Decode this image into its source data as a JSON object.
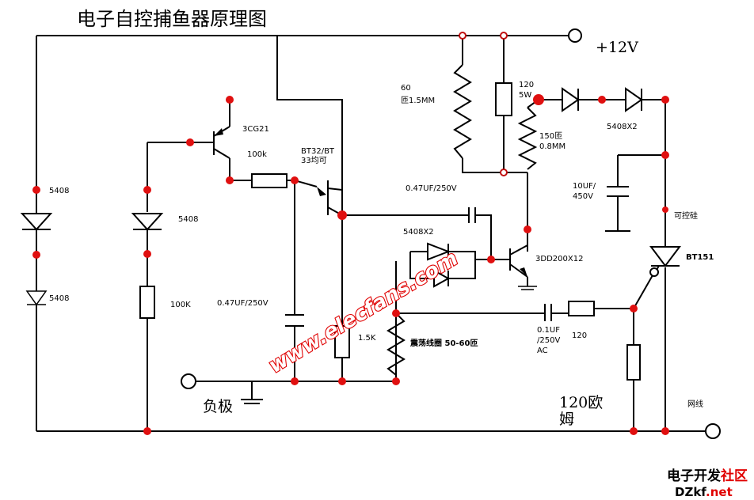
{
  "title": "电子自控捕鱼器原理图",
  "labels": {
    "plus12v": "+12V",
    "neg": "负极",
    "d_left_top": "5408",
    "d_left_bottom": "5408",
    "d_mid": "5408",
    "r_100k_vert": "100K",
    "t_3cg21": "3CG21",
    "r_100k": "100k",
    "ujt_line1": "BT32/BT",
    "ujt_line2": "33均可",
    "c_047_left": "0.47UF/250V",
    "r_15k": "1.5K",
    "r60_line1": "60",
    "r60_line2": "匝1.5MM",
    "r120_line1": "120",
    "r120_line2": "5W",
    "r150_line1": "150匝",
    "r150_line2": "0.8MM",
    "c_047_right": "0.47UF/250V",
    "d_pair_mid": "5408X2",
    "t_3dd200": "3DD200X12",
    "coil": "震荡线圈 50-60匝",
    "c_01_line1": "0.1UF",
    "c_01_line2": "/250V",
    "c_01_line3": "AC",
    "r_120_small": "120",
    "d_pair_top": "5408X2",
    "c_10uf_line1": "10UF/",
    "c_10uf_line2": "450V",
    "scr_name": "可控硅",
    "scr_model": "BT151",
    "r_120ohm_line1": "120欧",
    "r_120ohm_line2": "姆",
    "mains": "网线"
  },
  "watermark": "www.elecfans.com",
  "logo": {
    "line1_a": "电子开发",
    "line1_b": "社区",
    "line2_a": "DZkf",
    "line2_b": ".net"
  }
}
